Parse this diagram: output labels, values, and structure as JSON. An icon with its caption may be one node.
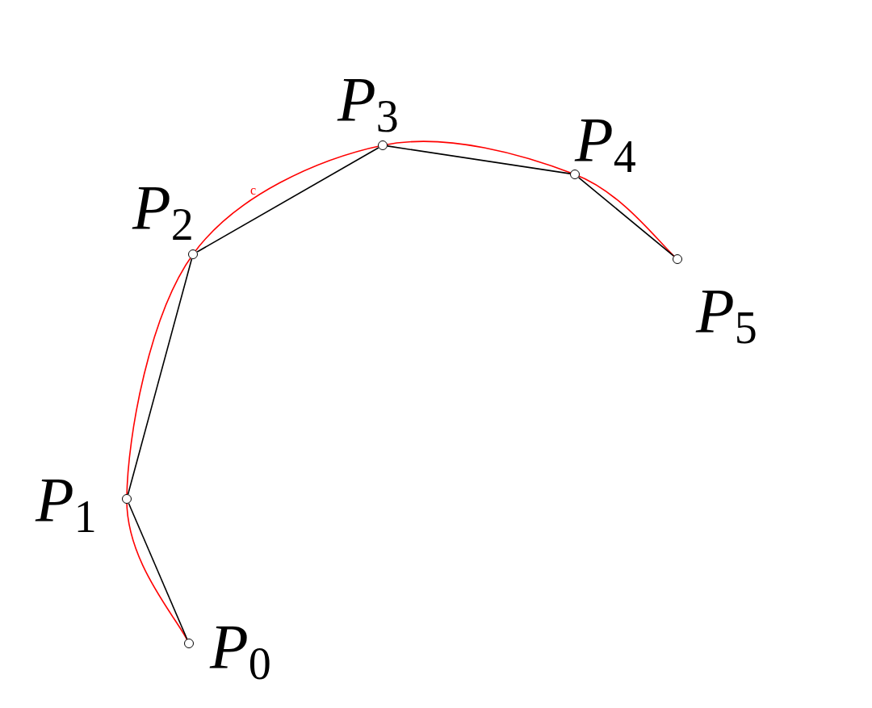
{
  "diagram": {
    "nodes": [
      {
        "text": [],
        "shape": "circle",
        "beside": [
          "*P*$_{0}$"
        ]
      },
      {
        "text": [],
        "shape": "circle",
        "beside": [
          "*P*$_{1}$"
        ]
      },
      {
        "text": [],
        "shape": "circle",
        "beside": [
          "*P*$_{2}$"
        ]
      },
      {
        "text": [],
        "shape": "circle",
        "beside": [
          "*P*$_{3}$"
        ]
      },
      {
        "text": [],
        "shape": "circle",
        "beside": [
          "*P*$_{4}$"
        ]
      },
      {
        "text": [],
        "shape": "circle",
        "beside": [
          "*P*$_{5}$"
        ]
      }
    ],
    "edges": [
      {
        "from": 0,
        "to": 1,
        "arrow": "none"
      },
      {
        "from": 1,
        "to": 2,
        "arrow": "none"
      },
      {
        "from": 2,
        "to": 3,
        "arrow": "none"
      },
      {
        "from": 3,
        "to": 4,
        "arrow": "none"
      },
      {
        "from": 4,
        "to": 5,
        "arrow": "none"
      }
    ],
    "labels": [
      "c"
    ]
  }
}
